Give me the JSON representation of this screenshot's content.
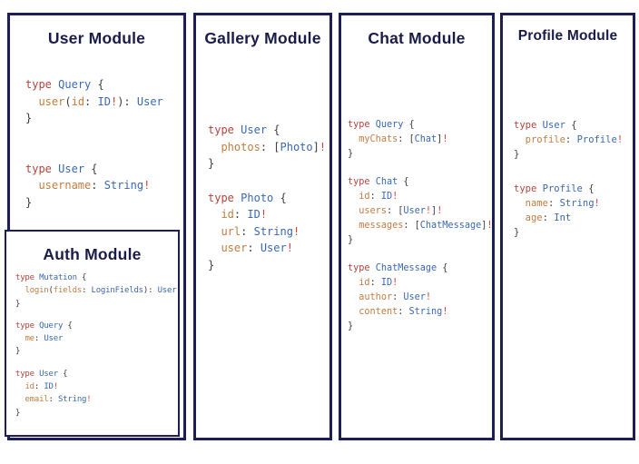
{
  "colors": {
    "background": "#ffffff",
    "panel_border": "#1e1e56",
    "title_text": "#1b1b4a",
    "keyword": "#b2443e",
    "type_name": "#3a68b2",
    "field_name": "#c27d42",
    "punctuation": "#3d3d3d",
    "bang": "#c8453e"
  },
  "panels": [
    {
      "title": "User Module",
      "blocks": [
        [
          [
            [
              "k",
              "type"
            ],
            [
              "p",
              " "
            ],
            [
              "t",
              "Query"
            ],
            [
              "p",
              " {"
            ]
          ],
          [
            [
              "p",
              "  "
            ],
            [
              "f",
              "user"
            ],
            [
              "p",
              "("
            ],
            [
              "f",
              "id"
            ],
            [
              "p",
              ": "
            ],
            [
              "t",
              "ID"
            ],
            [
              "b",
              "!"
            ],
            [
              "p",
              "): "
            ],
            [
              "t",
              "User"
            ]
          ],
          [
            [
              "p",
              "}"
            ]
          ]
        ],
        [
          [
            [
              "k",
              "type"
            ],
            [
              "p",
              " "
            ],
            [
              "t",
              "User"
            ],
            [
              "p",
              " {"
            ]
          ],
          [
            [
              "p",
              "  "
            ],
            [
              "f",
              "username"
            ],
            [
              "p",
              ": "
            ],
            [
              "t",
              "String"
            ],
            [
              "b",
              "!"
            ]
          ],
          [
            [
              "p",
              "}"
            ]
          ]
        ]
      ],
      "sub_panel": {
        "title": "Auth Module",
        "blocks": [
          [
            [
              [
                "k",
                "type"
              ],
              [
                "p",
                " "
              ],
              [
                "t",
                "Mutation"
              ],
              [
                "p",
                " {"
              ]
            ],
            [
              [
                "p",
                "  "
              ],
              [
                "f",
                "login"
              ],
              [
                "p",
                "("
              ],
              [
                "f",
                "fields"
              ],
              [
                "p",
                ": "
              ],
              [
                "t",
                "LoginFields"
              ],
              [
                "p",
                "): "
              ],
              [
                "t",
                "User"
              ]
            ],
            [
              [
                "p",
                "}"
              ]
            ]
          ],
          [
            [
              [
                "k",
                "type"
              ],
              [
                "p",
                " "
              ],
              [
                "t",
                "Query"
              ],
              [
                "p",
                " {"
              ]
            ],
            [
              [
                "p",
                "  "
              ],
              [
                "f",
                "me"
              ],
              [
                "p",
                ": "
              ],
              [
                "t",
                "User"
              ]
            ],
            [
              [
                "p",
                "}"
              ]
            ]
          ],
          [
            [
              [
                "k",
                "type"
              ],
              [
                "p",
                " "
              ],
              [
                "t",
                "User"
              ],
              [
                "p",
                " {"
              ]
            ],
            [
              [
                "p",
                "  "
              ],
              [
                "f",
                "id"
              ],
              [
                "p",
                ": "
              ],
              [
                "t",
                "ID"
              ],
              [
                "b",
                "!"
              ]
            ],
            [
              [
                "p",
                "  "
              ],
              [
                "f",
                "email"
              ],
              [
                "p",
                ": "
              ],
              [
                "t",
                "String"
              ],
              [
                "b",
                "!"
              ]
            ],
            [
              [
                "p",
                "}"
              ]
            ]
          ]
        ]
      }
    },
    {
      "title": "Gallery Module",
      "blocks": [
        [
          [
            [
              "k",
              "type"
            ],
            [
              "p",
              " "
            ],
            [
              "t",
              "User"
            ],
            [
              "p",
              " {"
            ]
          ],
          [
            [
              "p",
              "  "
            ],
            [
              "f",
              "photos"
            ],
            [
              "p",
              ": ["
            ],
            [
              "t",
              "Photo"
            ],
            [
              "p",
              "]"
            ],
            [
              "b",
              "!"
            ]
          ],
          [
            [
              "p",
              "}"
            ]
          ]
        ],
        [
          [
            [
              "k",
              "type"
            ],
            [
              "p",
              " "
            ],
            [
              "t",
              "Photo"
            ],
            [
              "p",
              " {"
            ]
          ],
          [
            [
              "p",
              "  "
            ],
            [
              "f",
              "id"
            ],
            [
              "p",
              ": "
            ],
            [
              "t",
              "ID"
            ],
            [
              "b",
              "!"
            ]
          ],
          [
            [
              "p",
              "  "
            ],
            [
              "f",
              "url"
            ],
            [
              "p",
              ": "
            ],
            [
              "t",
              "String"
            ],
            [
              "b",
              "!"
            ]
          ],
          [
            [
              "p",
              "  "
            ],
            [
              "f",
              "user"
            ],
            [
              "p",
              ": "
            ],
            [
              "t",
              "User"
            ],
            [
              "b",
              "!"
            ]
          ],
          [
            [
              "p",
              "}"
            ]
          ]
        ]
      ]
    },
    {
      "title": "Chat Module",
      "blocks": [
        [
          [
            [
              "k",
              "type"
            ],
            [
              "p",
              " "
            ],
            [
              "t",
              "Query"
            ],
            [
              "p",
              " {"
            ]
          ],
          [
            [
              "p",
              "  "
            ],
            [
              "f",
              "myChats"
            ],
            [
              "p",
              ": ["
            ],
            [
              "t",
              "Chat"
            ],
            [
              "p",
              "]"
            ],
            [
              "b",
              "!"
            ]
          ],
          [
            [
              "p",
              "}"
            ]
          ]
        ],
        [
          [
            [
              "k",
              "type"
            ],
            [
              "p",
              " "
            ],
            [
              "t",
              "Chat"
            ],
            [
              "p",
              " {"
            ]
          ],
          [
            [
              "p",
              "  "
            ],
            [
              "f",
              "id"
            ],
            [
              "p",
              ": "
            ],
            [
              "t",
              "ID"
            ],
            [
              "b",
              "!"
            ]
          ],
          [
            [
              "p",
              "  "
            ],
            [
              "f",
              "users"
            ],
            [
              "p",
              ": ["
            ],
            [
              "t",
              "User"
            ],
            [
              "b",
              "!"
            ],
            [
              "p",
              "]"
            ],
            [
              "b",
              "!"
            ]
          ],
          [
            [
              "p",
              "  "
            ],
            [
              "f",
              "messages"
            ],
            [
              "p",
              ": ["
            ],
            [
              "t",
              "ChatMessage"
            ],
            [
              "p",
              "]"
            ],
            [
              "b",
              "!"
            ]
          ],
          [
            [
              "p",
              "}"
            ]
          ]
        ],
        [
          [
            [
              "k",
              "type"
            ],
            [
              "p",
              " "
            ],
            [
              "t",
              "ChatMessage"
            ],
            [
              "p",
              " {"
            ]
          ],
          [
            [
              "p",
              "  "
            ],
            [
              "f",
              "id"
            ],
            [
              "p",
              ": "
            ],
            [
              "t",
              "ID"
            ],
            [
              "b",
              "!"
            ]
          ],
          [
            [
              "p",
              "  "
            ],
            [
              "f",
              "author"
            ],
            [
              "p",
              ": "
            ],
            [
              "t",
              "User"
            ],
            [
              "b",
              "!"
            ]
          ],
          [
            [
              "p",
              "  "
            ],
            [
              "f",
              "content"
            ],
            [
              "p",
              ": "
            ],
            [
              "t",
              "String"
            ],
            [
              "b",
              "!"
            ]
          ],
          [
            [
              "p",
              "}"
            ]
          ]
        ]
      ]
    },
    {
      "title": "Profile Module",
      "blocks": [
        [
          [
            [
              "k",
              "type"
            ],
            [
              "p",
              " "
            ],
            [
              "t",
              "User"
            ],
            [
              "p",
              " {"
            ]
          ],
          [
            [
              "p",
              "  "
            ],
            [
              "f",
              "profile"
            ],
            [
              "p",
              ": "
            ],
            [
              "t",
              "Profile"
            ],
            [
              "b",
              "!"
            ]
          ],
          [
            [
              "p",
              "}"
            ]
          ]
        ],
        [
          [
            [
              "k",
              "type"
            ],
            [
              "p",
              " "
            ],
            [
              "t",
              "Profile"
            ],
            [
              "p",
              " {"
            ]
          ],
          [
            [
              "p",
              "  "
            ],
            [
              "f",
              "name"
            ],
            [
              "p",
              ": "
            ],
            [
              "t",
              "String"
            ],
            [
              "b",
              "!"
            ]
          ],
          [
            [
              "p",
              "  "
            ],
            [
              "f",
              "age"
            ],
            [
              "p",
              ": "
            ],
            [
              "t",
              "Int"
            ]
          ],
          [
            [
              "p",
              "}"
            ]
          ]
        ]
      ]
    }
  ]
}
